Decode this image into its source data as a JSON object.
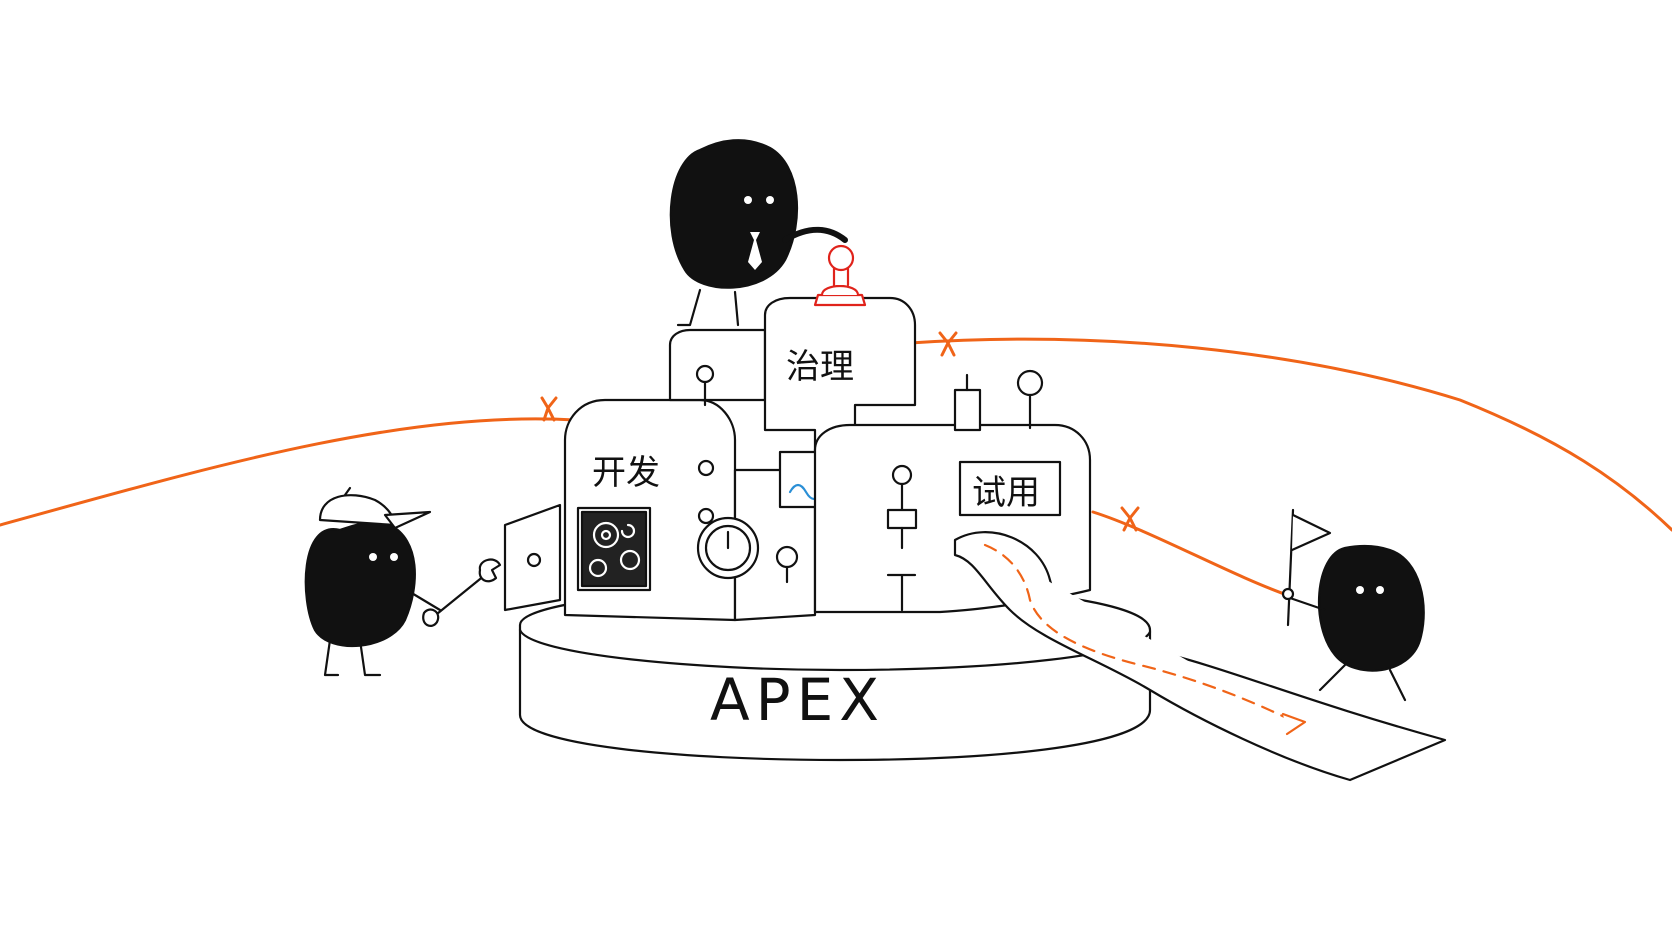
{
  "labels": {
    "dev": "开发",
    "governance": "治理",
    "trial": "试用",
    "platform": "APEX"
  },
  "colors": {
    "ink": "#111111",
    "accent": "#f06418",
    "stamp": "#e0231b",
    "wave": "#2a8fd6",
    "background": "#ffffff"
  },
  "icons": [
    "wrench-icon",
    "cap-icon",
    "necktie-icon",
    "stamp-icon",
    "flag-icon",
    "gears-icon",
    "gauge-icon",
    "arrow-icon"
  ]
}
